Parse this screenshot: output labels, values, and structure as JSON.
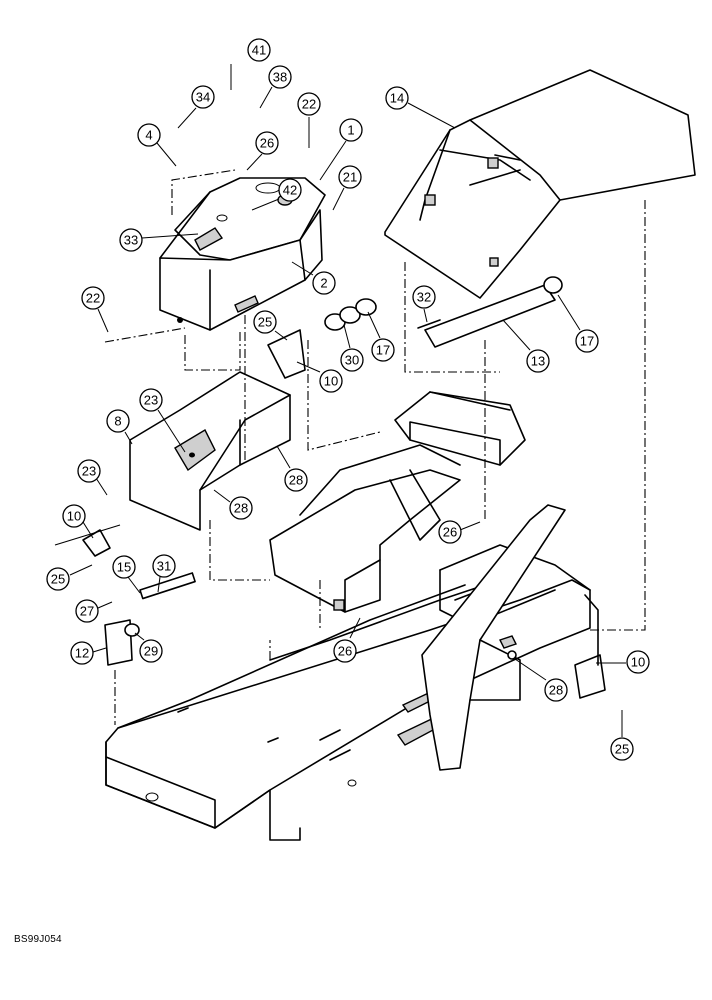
{
  "callouts": [
    "41",
    "38",
    "34",
    "22",
    "4",
    "26",
    "1",
    "21",
    "42",
    "33",
    "2",
    "22",
    "25",
    "10",
    "14",
    "32",
    "30",
    "17",
    "17",
    "13",
    "8",
    "23",
    "28",
    "23",
    "28",
    "10",
    "25",
    "15",
    "31",
    "27",
    "12",
    "29",
    "26",
    "26",
    "10",
    "28",
    "25"
  ],
  "drawing_code": "BS99J054"
}
